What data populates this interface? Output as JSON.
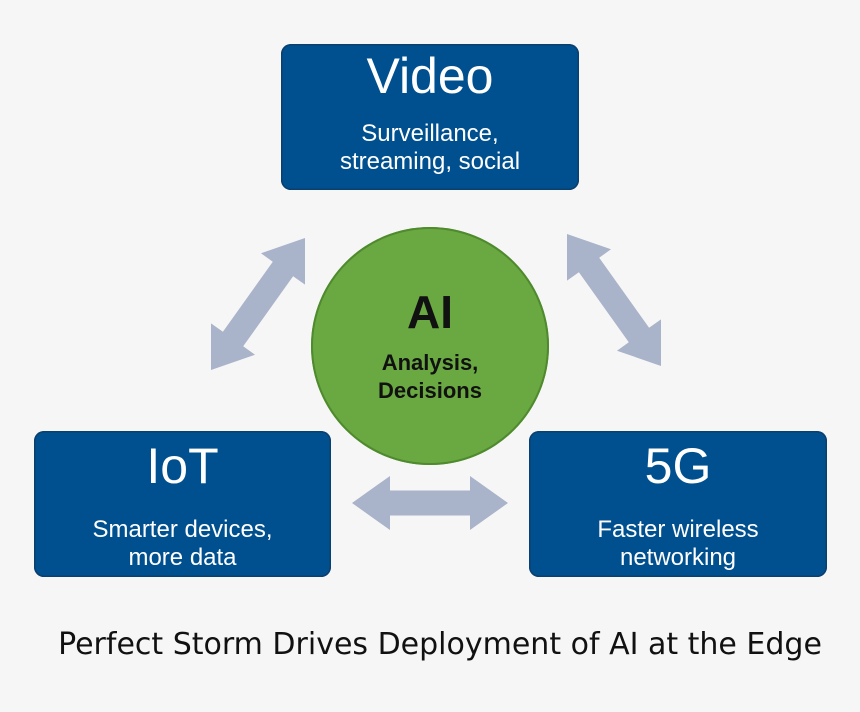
{
  "diagram": {
    "center": {
      "title": "AI",
      "subtitle": "Analysis, Decisions",
      "color": "#6aa842"
    },
    "nodes": [
      {
        "id": "video",
        "title": "Video",
        "subtitle": "Surveillance, streaming, social"
      },
      {
        "id": "iot",
        "title": "IoT",
        "subtitle": "Smarter devices, more data"
      },
      {
        "id": "5g",
        "title": "5G",
        "subtitle": "Faster wireless networking"
      }
    ],
    "node_color": "#00508f",
    "arrow_color": "#a9b3c9",
    "connections": [
      {
        "from": "iot",
        "to": "video",
        "type": "bidirectional"
      },
      {
        "from": "video",
        "to": "5g",
        "type": "bidirectional"
      },
      {
        "from": "iot",
        "to": "5g",
        "type": "bidirectional"
      }
    ]
  },
  "caption": "Perfect Storm Drives Deployment of AI at the Edge"
}
